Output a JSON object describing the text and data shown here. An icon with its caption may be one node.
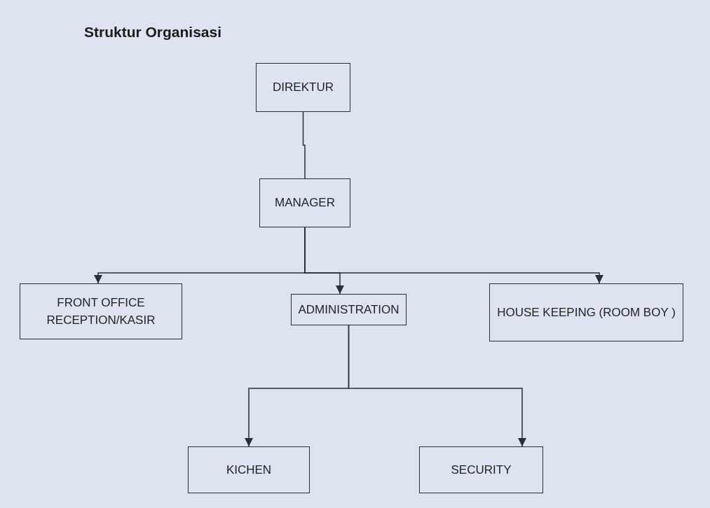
{
  "diagram": {
    "title": "Struktur Organisasi",
    "nodes": [
      {
        "text": [
          "DIREKTUR"
        ]
      },
      {
        "text": [
          "MANAGER"
        ]
      },
      {
        "text": [
          "FRONT OFFICE RECEPTION/KASIR"
        ]
      },
      {
        "text": [
          "ADMINISTRATION"
        ]
      },
      {
        "text": [
          "HOUSE KEEPING (ROOM BOY )"
        ]
      },
      {
        "text": [
          "KICHEN"
        ]
      },
      {
        "text": [
          "SECURITY"
        ]
      }
    ],
    "edges": [
      {
        "from": 0,
        "to": 1,
        "arrow": "none"
      },
      {
        "from": 1,
        "to": 2,
        "arrow": "to"
      },
      {
        "from": 1,
        "to": 3,
        "arrow": "to"
      },
      {
        "from": 1,
        "to": 4,
        "arrow": "to"
      },
      {
        "from": 3,
        "to": 5,
        "arrow": "to"
      },
      {
        "from": 3,
        "to": 6,
        "arrow": "to"
      }
    ]
  }
}
